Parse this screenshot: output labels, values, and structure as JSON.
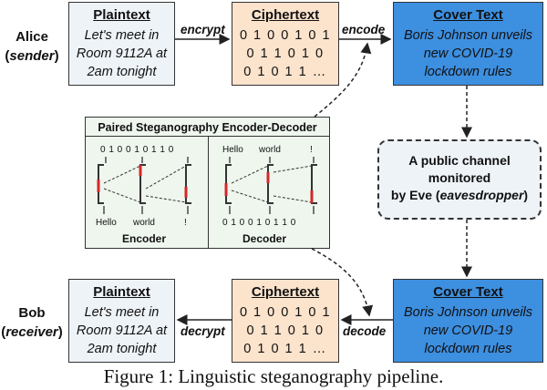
{
  "actors": {
    "sender_name": "Alice",
    "sender_role": "sender",
    "receiver_name": "Bob",
    "receiver_role": "receiver"
  },
  "top_row": {
    "plaintext_title": "Plaintext",
    "plaintext_body": "Let's meet in\nRoom 9112A at\n2am tonight",
    "ciphertext_title": "Ciphertext",
    "ciphertext_body": "0 1 0 0 1 0 1\n0 1 1 0 1 0\n0 1 0 1 1 …",
    "cover_title": "Cover Text",
    "cover_body": "Boris Johnson unveils\nnew COVID-19\nlockdown rules",
    "encrypt_label": "encrypt",
    "encode_label": "encode"
  },
  "bottom_row": {
    "plaintext_title": "Plaintext",
    "plaintext_body": "Let's meet in\nRoom 9112A at\n2am tonight",
    "ciphertext_title": "Ciphertext",
    "ciphertext_body": "0 1 0 0 1 0 1\n0 1 1 0 1 0\n0 1 0 1 1 …",
    "cover_title": "Cover Text",
    "cover_body": "Boris Johnson unveils\nnew COVID-19\nlockdown rules",
    "decrypt_label": "decrypt",
    "decode_label": "decode"
  },
  "channel": {
    "line1": "A public channel",
    "line2": "monitored",
    "line3_prefix": "by Eve (",
    "line3_role": "eavesdropper",
    "line3_suffix": ")"
  },
  "panel": {
    "title": "Paired Steganography Encoder-Decoder",
    "encoder_bits": "0 1 0 0 1 0 1 1 0",
    "encoder_words": [
      "Hello",
      "world",
      "!"
    ],
    "encoder_label": "Encoder",
    "decoder_words": [
      "Hello",
      "world",
      "!"
    ],
    "decoder_bits": "0 1 0 0 1 0 1 1 0",
    "decoder_label": "Decoder"
  },
  "caption": "Figure 1: Linguistic steganography pipeline.",
  "colors": {
    "plaintext_fill": "#eef3f8",
    "ciphertext_fill": "#fbe3cc",
    "cover_fill": "#3d8fe0",
    "panel_fill": "#eef6ee",
    "highlight_red": "#d62728"
  }
}
